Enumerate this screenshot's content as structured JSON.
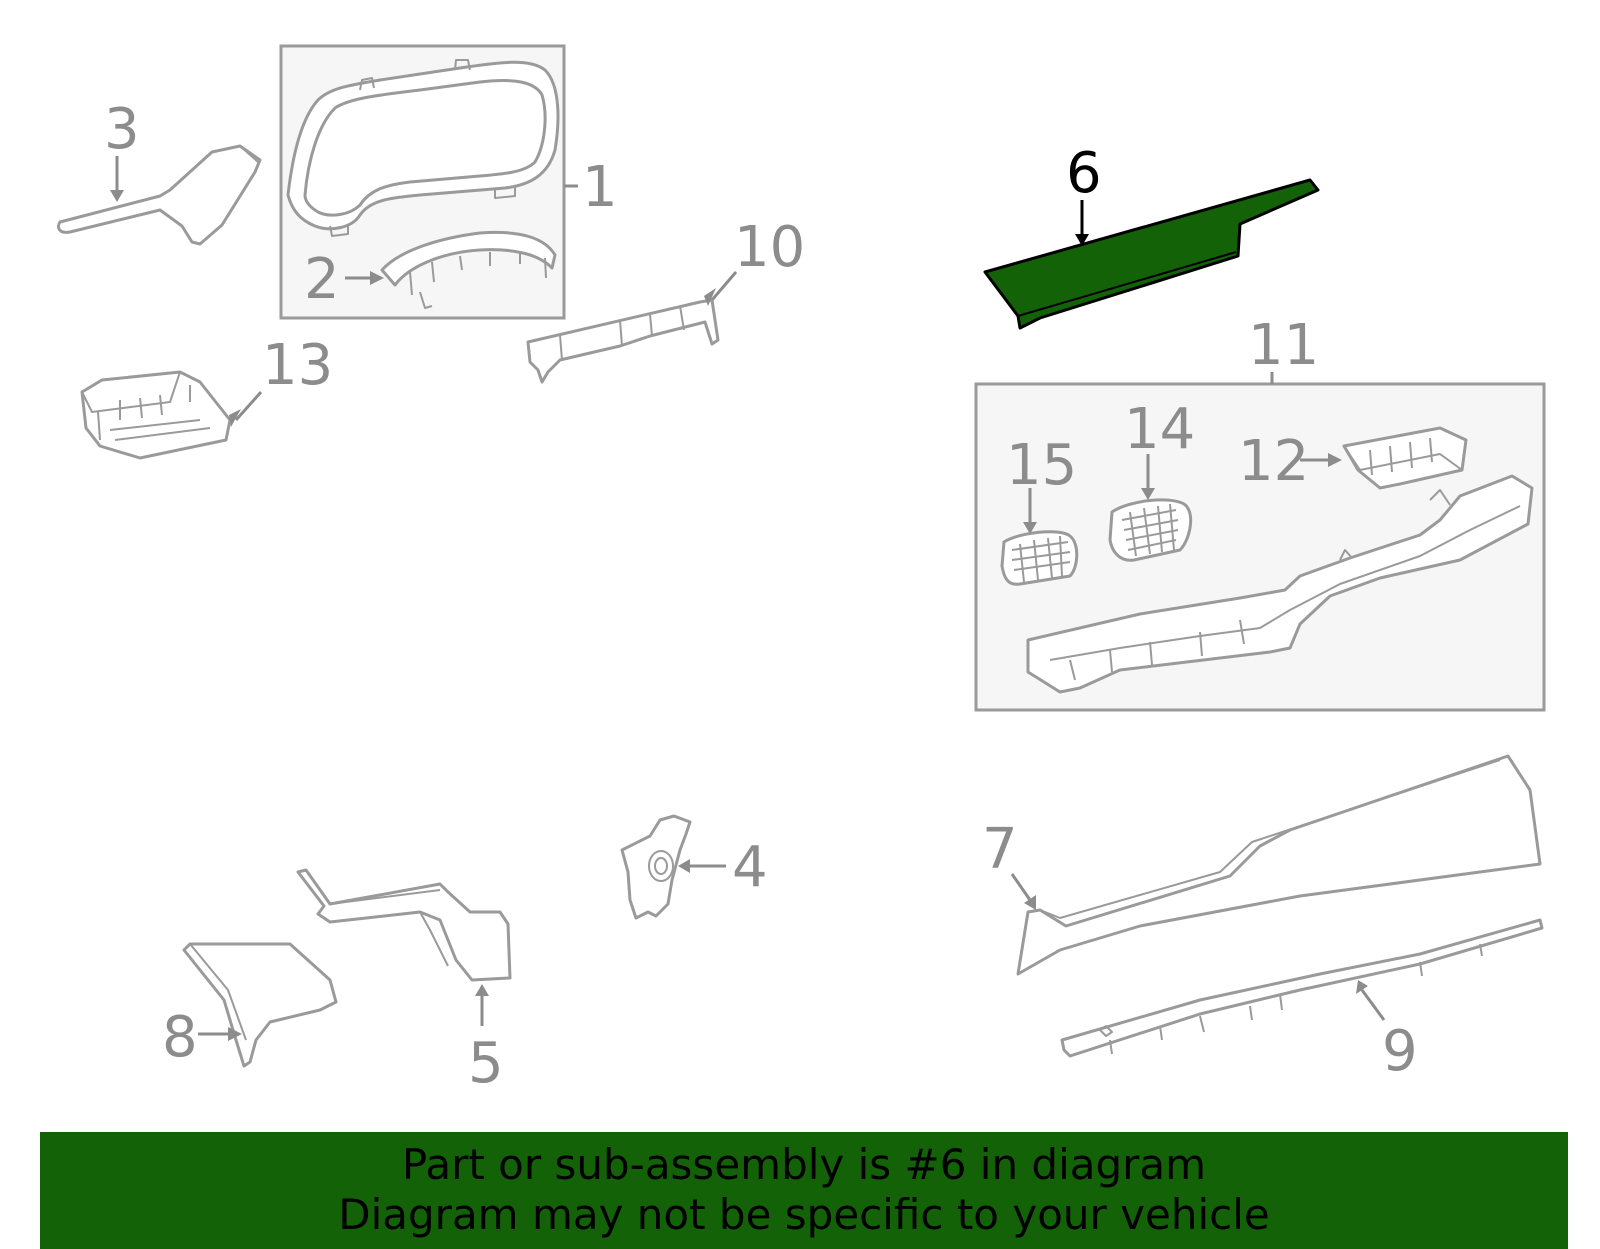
{
  "highlight_color": "#136208",
  "callouts": {
    "c1": "1",
    "c2": "2",
    "c3": "3",
    "c4": "4",
    "c5": "5",
    "c6": "6",
    "c7": "7",
    "c8": "8",
    "c9": "9",
    "c10": "10",
    "c11": "11",
    "c12": "12",
    "c13": "13",
    "c14": "14",
    "c15": "15"
  },
  "highlighted_part": "6",
  "banner": {
    "line1": "Part or sub-assembly is #6 in diagram",
    "line2": "Diagram may not be specific to your vehicle"
  }
}
